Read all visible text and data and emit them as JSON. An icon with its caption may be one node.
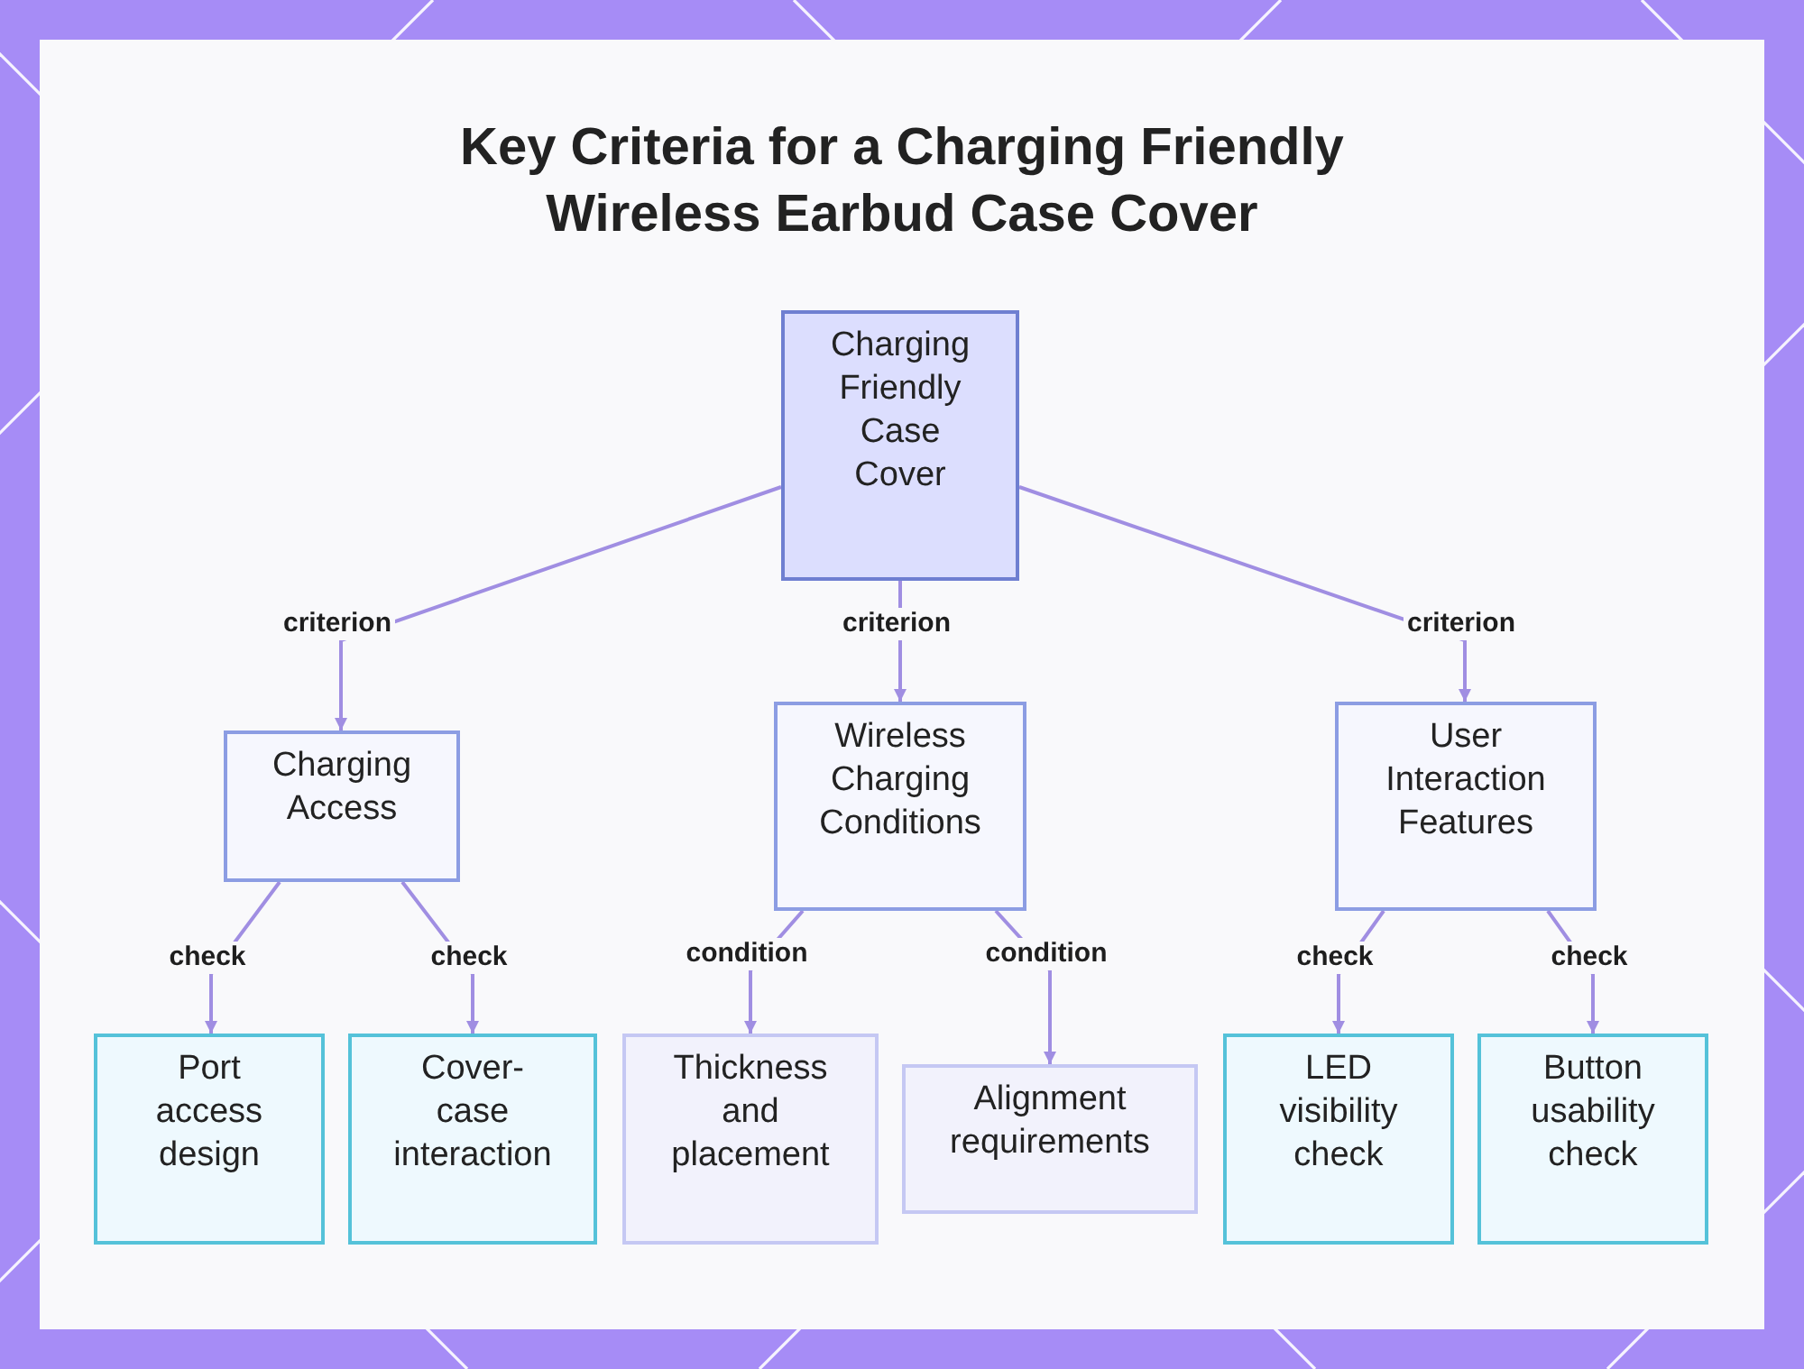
{
  "diagram": {
    "title": "Key Criteria for a Charging Friendly Wireless Earbud Case Cover",
    "nodes": [
      {
        "text": [
          "Charging Friendly Case Cover"
        ]
      },
      {
        "text": [
          "Charging Access"
        ]
      },
      {
        "text": [
          "Wireless Charging Conditions"
        ]
      },
      {
        "text": [
          "User Interaction Features"
        ]
      },
      {
        "text": [
          "Port access design"
        ]
      },
      {
        "text": [
          "Cover-case interaction"
        ]
      },
      {
        "text": [
          "Thickness and placement"
        ]
      },
      {
        "text": [
          "Alignment requirements"
        ]
      },
      {
        "text": [
          "LED visibility check"
        ]
      },
      {
        "text": [
          "Button usability check"
        ]
      }
    ],
    "edges": [
      {
        "from": 0,
        "to": 1,
        "arrow": "to",
        "label": "criterion"
      },
      {
        "from": 0,
        "to": 2,
        "arrow": "to",
        "label": "criterion"
      },
      {
        "from": 0,
        "to": 3,
        "arrow": "to",
        "label": "criterion"
      },
      {
        "from": 1,
        "to": 4,
        "arrow": "to",
        "label": "check"
      },
      {
        "from": 1,
        "to": 5,
        "arrow": "to",
        "label": "check"
      },
      {
        "from": 2,
        "to": 6,
        "arrow": "to",
        "label": "condition"
      },
      {
        "from": 2,
        "to": 7,
        "arrow": "to",
        "label": "condition"
      },
      {
        "from": 3,
        "to": 8,
        "arrow": "to",
        "label": "check"
      },
      {
        "from": 3,
        "to": 9,
        "arrow": "to",
        "label": "check"
      }
    ]
  }
}
